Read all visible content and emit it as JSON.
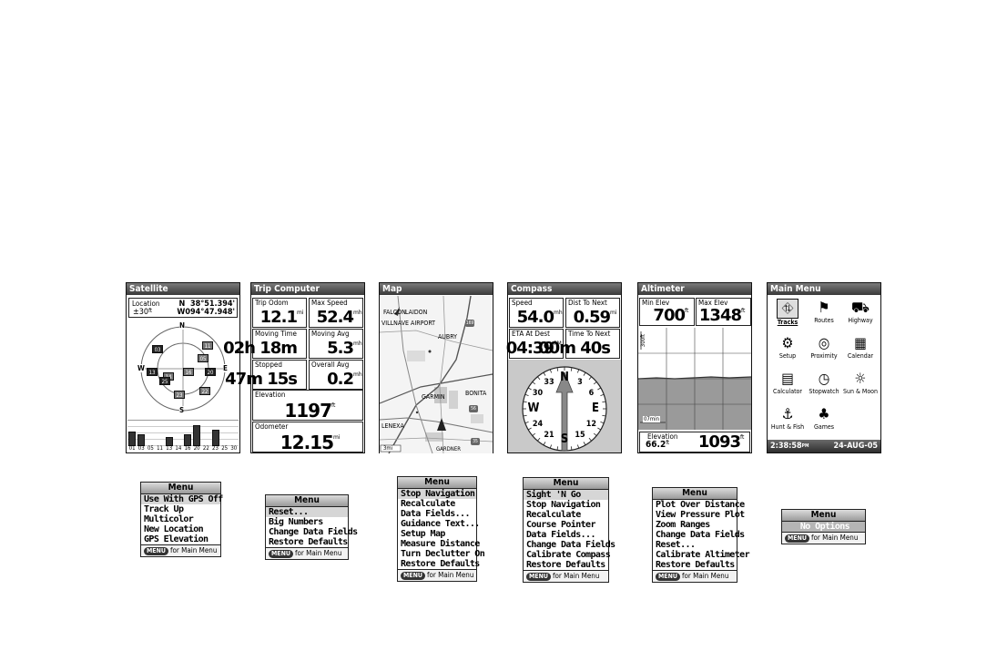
{
  "satellite": {
    "title": "Satellite",
    "location_label": "Location",
    "accuracy": "±30",
    "accuracy_unit": "ft",
    "lat": "N  38°51.394'",
    "lon": "W094°47.948'",
    "compass_n": "N",
    "compass_s": "S",
    "compass_e": "E",
    "compass_w": "W",
    "sat_ids": [
      "01",
      "03",
      "05",
      "11",
      "13",
      "14",
      "16",
      "20",
      "22",
      "23",
      "25",
      "30"
    ],
    "bar_levels": [
      0.6,
      0.5,
      0,
      0,
      0.4,
      0,
      0.5,
      0.9,
      0,
      0.7,
      0,
      0
    ],
    "sky_sats": [
      "03",
      "05",
      "11",
      "13",
      "14",
      "16",
      "20",
      "22",
      "23",
      "25"
    ]
  },
  "trip": {
    "title": "Trip Computer",
    "fields": [
      {
        "label": "Trip Odom",
        "value": "12.1",
        "unit": "mi"
      },
      {
        "label": "Max Speed",
        "value": "52.4",
        "unit": "mh"
      },
      {
        "label": "Moving Time",
        "value": "02h 18m",
        "unit": ""
      },
      {
        "label": "Moving Avg",
        "value": "5.3",
        "unit": "mh"
      },
      {
        "label": "Stopped",
        "value": "47m 15s",
        "unit": ""
      },
      {
        "label": "Overall Avg",
        "value": "0.2",
        "unit": "mh"
      }
    ],
    "elev_label": "Elevation",
    "elev_value": "1197",
    "elev_unit": "ft",
    "odo_label": "Odometer",
    "odo_value": "12.15",
    "odo_unit": "mi"
  },
  "map": {
    "title": "Map",
    "labels": [
      "FALCON",
      "LAIDON",
      "VILLNAVE AIRPORT",
      "AUBRY",
      "GARMIN",
      "BONITA",
      "LENEXA"
    ],
    "shields": [
      "169",
      "56",
      "35"
    ],
    "scale": "3mi",
    "bottom_text": "GARDNER"
  },
  "compass": {
    "title": "Compass",
    "fields": [
      {
        "label": "Speed",
        "value": "54.0",
        "unit": "mh"
      },
      {
        "label": "Dist To Next",
        "value": "0.59",
        "unit": "mi"
      },
      {
        "label": "ETA At Dest",
        "value": "04:39",
        "unit": "PM"
      },
      {
        "label": "Time To Next",
        "value": "00m 40s",
        "unit": ""
      }
    ],
    "dial": [
      "N",
      "3",
      "6",
      "E",
      "12",
      "15",
      "S",
      "21",
      "24",
      "W",
      "30",
      "33"
    ]
  },
  "altimeter": {
    "title": "Altimeter",
    "min_label": "Min Elev",
    "min_value": "700",
    "min_unit": "ft",
    "max_label": "Max Elev",
    "max_value": "1348",
    "max_unit": "ft",
    "y_scale": "300ft",
    "x_scale": "07min",
    "elev_label": "Elevation",
    "elev_small": "66.2",
    "elev_small_unit": "ft",
    "elev_value": "1093",
    "elev_unit": "ft"
  },
  "main_menu": {
    "title": "Main Menu",
    "items": [
      "Tracks",
      "Routes",
      "Highway",
      "Setup",
      "Proximity",
      "Calendar",
      "Calculator",
      "Stopwatch",
      "Sun & Moon",
      "Hunt & Fish",
      "Games"
    ],
    "time": "2:38:58",
    "time_suffix": "PM",
    "date": "24-AUG-05"
  },
  "menus": [
    {
      "title": "Menu",
      "items": [
        "Use With GPS Off",
        "Track Up",
        "Multicolor",
        "New Location",
        "GPS Elevation"
      ],
      "selected": 0,
      "foot_btn": "MENU",
      "foot_text": "for Main Menu"
    },
    {
      "title": "Menu",
      "items": [
        "Reset...",
        "Big Numbers",
        "Change Data Fields",
        "Restore Defaults"
      ],
      "selected": 0,
      "foot_btn": "MENU",
      "foot_text": "for Main Menu"
    },
    {
      "title": "Menu",
      "items": [
        "Stop Navigation",
        "Recalculate",
        "Data Fields...",
        "Guidance Text...",
        "Setup Map",
        "Measure Distance",
        "Turn Declutter On",
        "Restore Defaults"
      ],
      "selected": 0,
      "foot_btn": "MENU",
      "foot_text": "for Main Menu"
    },
    {
      "title": "Menu",
      "items": [
        "Sight 'N Go",
        "Stop Navigation",
        "Recalculate",
        "Course Pointer",
        "Data Fields...",
        "Change Data Fields",
        "Calibrate Compass",
        "Restore Defaults"
      ],
      "selected": 0,
      "foot_btn": "MENU",
      "foot_text": "for Main Menu"
    },
    {
      "title": "Menu",
      "items": [
        "Plot Over Distance",
        "View Pressure Plot",
        "Zoom Ranges",
        "Change Data Fields",
        "Reset...",
        "Calibrate Altimeter",
        "Restore Defaults"
      ],
      "selected": -1,
      "foot_btn": "MENU",
      "foot_text": "for Main Menu"
    },
    {
      "title": "Menu",
      "items": [
        "No Options"
      ],
      "selected": -2,
      "foot_btn": "MENU",
      "foot_text": "for Main Menu"
    }
  ]
}
